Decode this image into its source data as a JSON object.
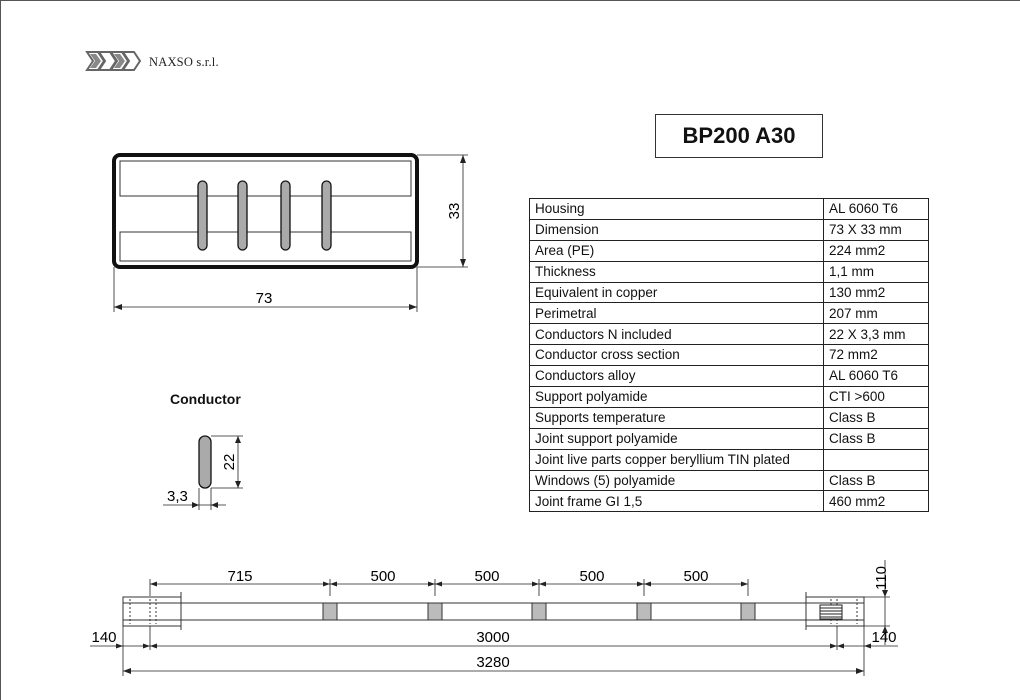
{
  "company": {
    "name": "NAXSO s.r.l."
  },
  "product": {
    "code": "BP200 A30"
  },
  "section_drawing": {
    "width_label": "73",
    "height_label": "33"
  },
  "conductor": {
    "title": "Conductor",
    "height_label": "22",
    "thickness_label": "3,3"
  },
  "specs": [
    {
      "property": "Housing",
      "value": "AL 6060 T6"
    },
    {
      "property": "Dimension",
      "value": "73 X 33 mm"
    },
    {
      "property": "Area (PE)",
      "value": "224 mm2"
    },
    {
      "property": "Thickness",
      "value": "1,1 mm"
    },
    {
      "property": "Equivalent in copper",
      "value": "130 mm2"
    },
    {
      "property": "Perimetral",
      "value": "207 mm"
    },
    {
      "property": "Conductors N included",
      "value": "22 X 3,3 mm"
    },
    {
      "property": "Conductor cross section",
      "value": "72 mm2"
    },
    {
      "property": "Conductors alloy",
      "value": "AL 6060 T6"
    },
    {
      "property": "Support polyamide",
      "value": "CTI >600"
    },
    {
      "property": "Supports temperature",
      "value": "Class B"
    },
    {
      "property": "Joint support polyamide",
      "value": "Class B"
    },
    {
      "property": "Joint live parts copper beryllium TIN plated",
      "value": ""
    },
    {
      "property": "Windows (5) polyamide",
      "value": "Class B"
    },
    {
      "property": "Joint frame GI 1,5",
      "value": "460 mm2"
    }
  ],
  "length_drawing": {
    "first_spacing": "715",
    "spacings": [
      "500",
      "500",
      "500",
      "500"
    ],
    "end_left": "140",
    "end_right": "140",
    "inner_length": "3000",
    "total_length": "3280",
    "height": "110"
  }
}
